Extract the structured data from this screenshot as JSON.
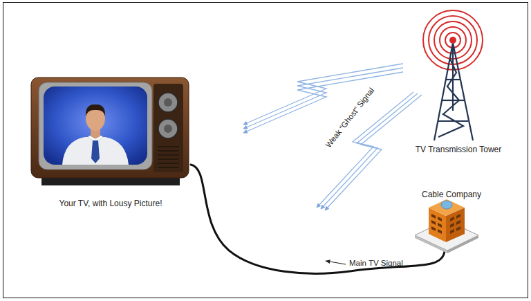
{
  "diagram": {
    "nodes": [
      {
        "text": [
          "Your TV, with Lousy Picture!"
        ]
      },
      {
        "text": [
          "TV Transmission Tower"
        ]
      },
      {
        "text": [
          "Cable Company"
        ]
      }
    ],
    "edges": [
      {
        "from": 2,
        "to": 0,
        "arrow": "none",
        "label": "Main TV Signal"
      }
    ],
    "labels": [
      "Weak “Ghost” Signal"
    ]
  }
}
